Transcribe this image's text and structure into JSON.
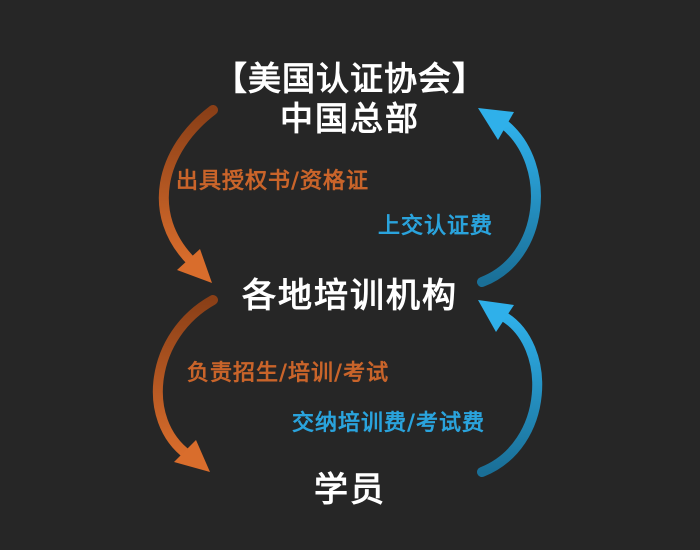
{
  "nodes": {
    "headquarters_line1": "【美国认证协会】",
    "headquarters_line2": "中国总部",
    "training_institutions": "各地培训机构",
    "students": "学员"
  },
  "flows": {
    "hq_to_institutions": "出具授权书/资格证",
    "institutions_to_hq": "上交认证费",
    "institutions_to_students": "负责招生/培训/考试",
    "students_to_institutions": "交纳培训费/考试费"
  },
  "colors": {
    "background": "#262626",
    "node_text": "#ffffff",
    "downward_arrow": "#c9642a",
    "upward_arrow": "#2aa3dc"
  }
}
